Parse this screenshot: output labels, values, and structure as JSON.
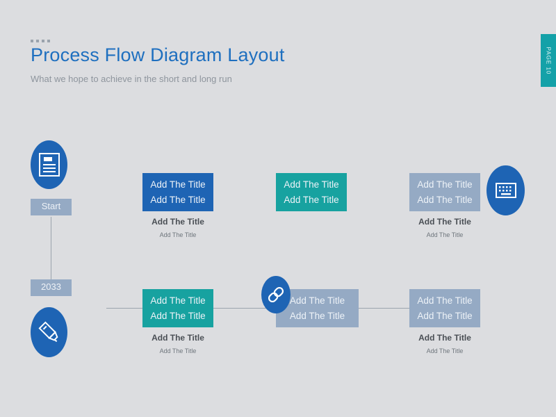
{
  "header": {
    "title": "Process Flow Diagram Layout",
    "subtitle": "What we hope to achieve in the short and long run"
  },
  "page_tab": {
    "text": "PAGE 10"
  },
  "left": {
    "start_label": "Start",
    "year_label": "2033"
  },
  "boxes": [
    {
      "line1": "Add The Title",
      "line2": "Add The Title",
      "caption_title": "Add The Title",
      "caption_sub": "Add The Title"
    },
    {
      "line1": "Add The Title",
      "line2": "Add The Title"
    },
    {
      "line1": "Add The Title",
      "line2": "Add The Title",
      "caption_title": "Add The Title",
      "caption_sub": "Add The Title"
    },
    {
      "line1": "Add The Title",
      "line2": "Add The Title",
      "caption_title": "Add The Title",
      "caption_sub": "Add The Title"
    },
    {
      "line1": "Add The Title",
      "line2": "Add The Title"
    },
    {
      "line1": "Add The Title",
      "line2": "Add The Title",
      "caption_title": "Add The Title",
      "caption_sub": "Add The Title"
    }
  ],
  "icons": [
    "document-icon",
    "keyboard-icon",
    "link-icon",
    "highlighter-icon"
  ],
  "colors": {
    "blue": "#1e64b4",
    "teal": "#17a2a0",
    "grey": "#95aac4",
    "title": "#1e6fbf"
  }
}
